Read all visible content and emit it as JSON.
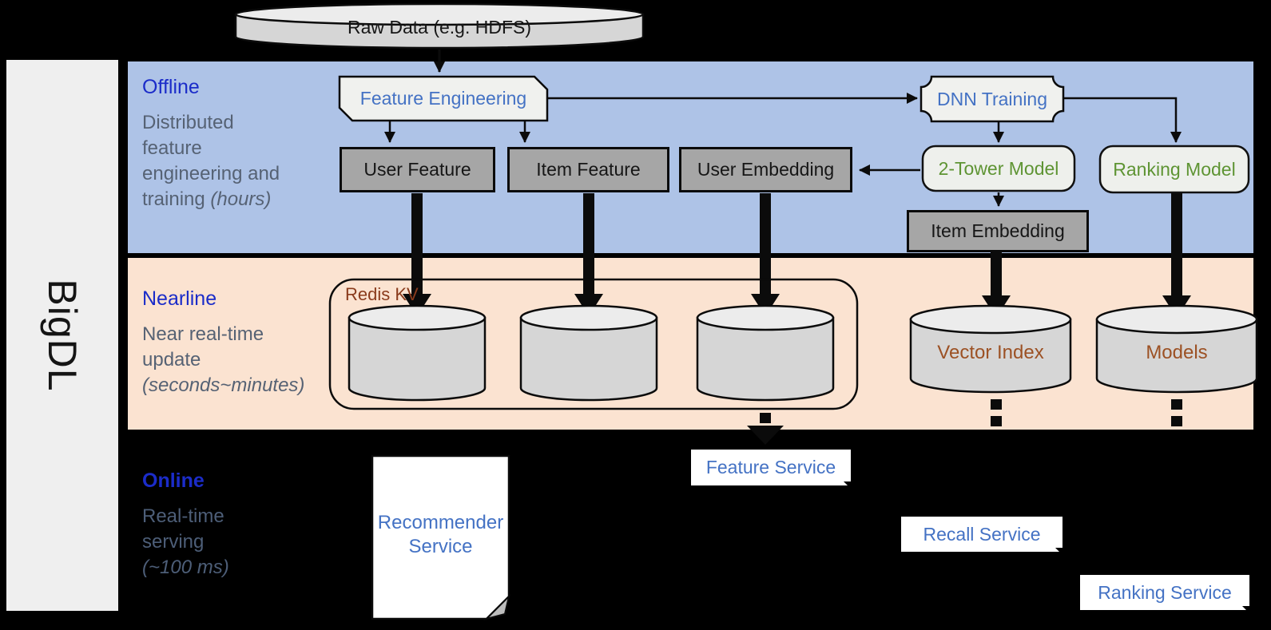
{
  "brand": {
    "label": "BigDL"
  },
  "datasource": {
    "label": "Raw Data (e.g. HDFS)"
  },
  "lanes": {
    "offline": {
      "title": "Offline",
      "line1": "Distributed",
      "line2": "feature",
      "line3": "engineering and",
      "line4": "training",
      "em": "(hours)"
    },
    "nearline": {
      "title": "Nearline",
      "line1": "Near real-time",
      "line2": "update",
      "em": "(seconds~minutes)"
    },
    "online": {
      "title": "Online",
      "line1": "Real-time",
      "line2": "serving",
      "em": "(~100 ms)"
    }
  },
  "nodes": {
    "feature_engineering": "Feature Engineering",
    "dnn_training": "DNN Training",
    "user_feature": "User Feature",
    "item_feature": "Item Feature",
    "user_embedding": "User Embedding",
    "item_embedding": "Item Embedding",
    "two_tower_model": "2-Tower Model",
    "ranking_model": "Ranking Model",
    "redis_kv": "Redis KV",
    "vector_index": "Vector Index",
    "models": "Models",
    "recommender_service_line1": "Recommender",
    "recommender_service_line2": "Service",
    "feature_service": "Feature Service",
    "recall_service": "Recall Service",
    "ranking_service": "Ranking Service"
  },
  "colors": {
    "offline_band": "#aec3e7",
    "nearline_band": "#fbe3d1",
    "online_band": "#000000",
    "lane_title_blue": "#1b2cc9",
    "caption_gray": "#566274",
    "node_text_blue": "#4472c4",
    "node_text_green": "#5e9433",
    "cylinder_text_brown": "#9c5124",
    "redis_label_brown": "#8a3b1c",
    "gray_box_fill": "#a6a6a6",
    "light_shape_fill": "#f0f1ee",
    "cylinder_fill": "#d6d6d6"
  }
}
